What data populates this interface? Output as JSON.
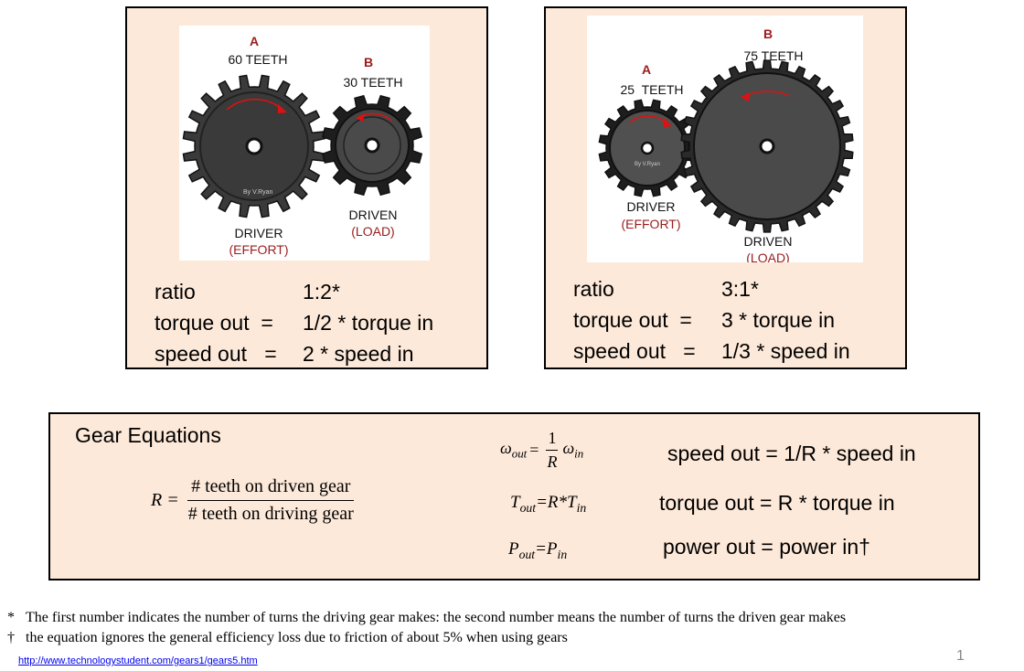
{
  "left_panel": {
    "gear_a": {
      "letter": "A",
      "teeth": "60 TEETH",
      "role": "DRIVER",
      "role_sub": "(EFFORT)",
      "credit": "By V.Ryan"
    },
    "gear_b": {
      "letter": "B",
      "teeth": "30 TEETH",
      "role": "DRIVEN",
      "role_sub": "(LOAD)"
    },
    "rows": [
      {
        "label": "ratio",
        "value": "1:2*"
      },
      {
        "label": "torque out  =",
        "value": "1/2 * torque in"
      },
      {
        "label": "speed out   =",
        "value": "2 * speed in"
      }
    ]
  },
  "right_panel": {
    "gear_a": {
      "letter": "A",
      "teeth": "25  TEETH",
      "role": "DRIVER",
      "role_sub": "(EFFORT)",
      "credit": "By V.Ryan"
    },
    "gear_b": {
      "letter": "B",
      "teeth": "75 TEETH",
      "role": "DRIVEN",
      "role_sub": "(LOAD)"
    },
    "rows": [
      {
        "label": "ratio",
        "value": "3:1*"
      },
      {
        "label": "torque out  =",
        "value": "3 * torque in"
      },
      {
        "label": "speed out   =",
        "value": "1/3 * speed in"
      }
    ]
  },
  "equations": {
    "title": "Gear Equations",
    "ratio_symbol": "R =",
    "ratio_numerator": "# teeth on driven gear",
    "ratio_denominator": "# teeth on driving gear",
    "omega_lhs": "ω",
    "omega_out_sub": "out",
    "omega_eq": "=",
    "omega_num": "1",
    "omega_den": "R",
    "omega_rhs": "ω",
    "omega_in_sub": "in",
    "speed_desc": "speed out = 1/R * speed in",
    "torque_T": "T",
    "torque_out_sub": "out",
    "torque_mid": "=R*T",
    "torque_in_sub": "in",
    "torque_desc": "torque out = R * torque in",
    "power_P": "P",
    "power_out_sub": "out",
    "power_mid": "=P",
    "power_in_sub": "in",
    "power_desc": "power out = power in†"
  },
  "footnotes": [
    {
      "mark": "*",
      "text": "The first number indicates the number of turns the driving gear makes: the second number means the number of turns the driven gear makes"
    },
    {
      "mark": "†",
      "text": "the equation ignores the general efficiency  loss due to friction of about 5% when using gears"
    }
  ],
  "source_link": "http://www.technologystudent.com/gears1/gears5.htm",
  "page_number": "1",
  "colors": {
    "panel_bg": "#fde9d9",
    "gear_body": "#3a3a3a",
    "gear_outline": "#111111",
    "label_red": "#9b1c1c",
    "arrow_red": "#e01010",
    "link": "#0000ee"
  }
}
